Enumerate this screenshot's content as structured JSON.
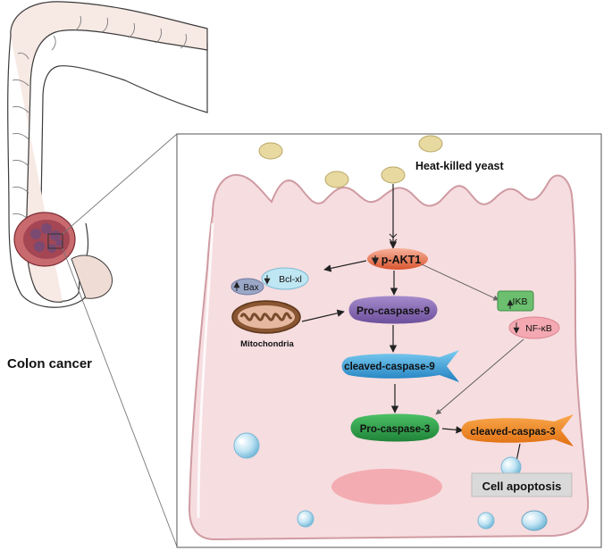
{
  "labels": {
    "organ": "Colon cancer",
    "stimulus": "Heat-killed yeast",
    "akt": "p-AKT1",
    "bax": "Bax",
    "bclxl": "Bcl-xl",
    "mito": "Mitochondria",
    "procasp9": "Pro-caspase-9",
    "cleavedcasp9": "cleaved-caspase-9",
    "procasp3": "Pro-caspase-3",
    "cleavedcasp3": "cleaved-caspas-3",
    "ikb": "IKB",
    "nfkb": "NF-κB",
    "apoptosis": "Cell apoptosis"
  },
  "colors": {
    "cell_fill": "#f6dde0",
    "cell_stroke": "#cf9ba2",
    "yeast": "#e8d9a0",
    "akt": "#e8775a",
    "procasp9": "#8a6bb4",
    "cleavedcasp9": "#2e9ad6",
    "procasp3": "#2ea14a",
    "cleavedcasp3": "#f08a24",
    "ikb": "#6bbf6e",
    "nfkb": "#f4a9b2",
    "mito": "#7a4a2c",
    "apoptosis_box": "#d9d9d9"
  }
}
